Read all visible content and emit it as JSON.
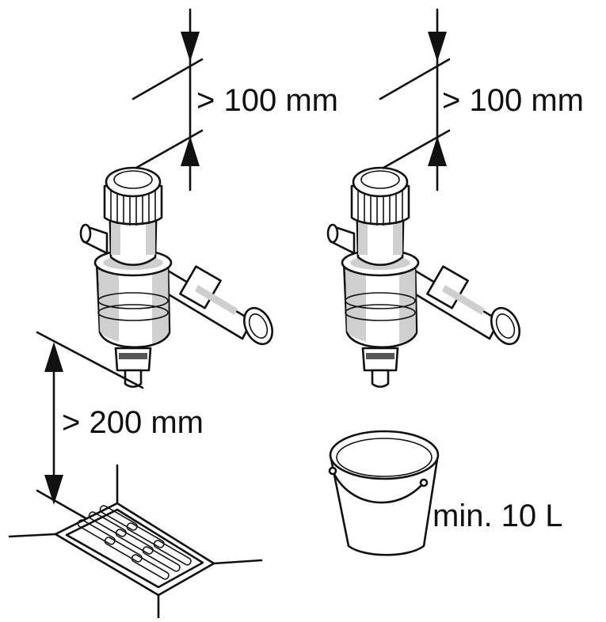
{
  "labels": {
    "top_clearance_left": "> 100 mm",
    "top_clearance_right": "> 100 mm",
    "bottom_clearance": "> 200 mm",
    "bucket_volume": "min. 10 L"
  },
  "figure": {
    "items": [
      "filter-unit-left",
      "filter-unit-right",
      "floor-drain",
      "bucket"
    ],
    "line_color": "#111111",
    "background": "#ffffff"
  }
}
